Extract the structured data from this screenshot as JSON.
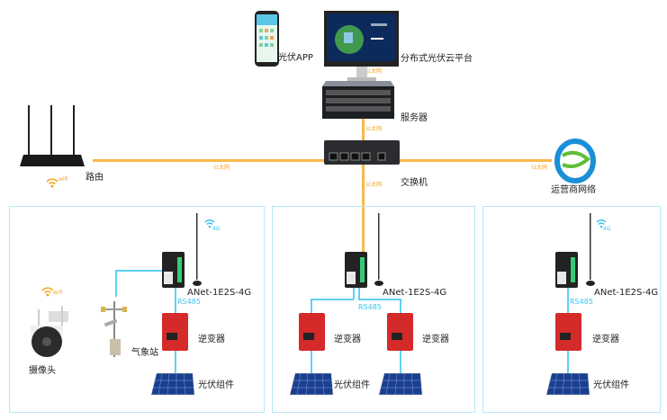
{
  "nodes": {
    "app": "光伏APP",
    "platform": "分布式光伏云平台",
    "server": "服务器",
    "switch": "交换机",
    "router": "路由",
    "carrier": "运营商网络"
  },
  "links": {
    "ethernet": "以太网",
    "rs485": "RS485",
    "wifi": "wifi",
    "cellular": "4G"
  },
  "sites": [
    {
      "gateway": "ANet-1E2S-4G",
      "inverter": "逆变器",
      "pv": "光伏组件",
      "weather": "气象站",
      "camera": "摄像头"
    },
    {
      "gateway": "ANet-1E2S-4G",
      "inverters": [
        "逆变器",
        "逆变器"
      ],
      "pv": "光伏组件"
    },
    {
      "gateway": "ANet-1E2S-4G",
      "inverter": "逆变器",
      "pv": "光伏组件"
    }
  ],
  "colors": {
    "ethernet": "#fbb84a",
    "rs485": "#5fd0f5",
    "site_border": "#b9e6f7",
    "inverter": "#d42a2a"
  }
}
